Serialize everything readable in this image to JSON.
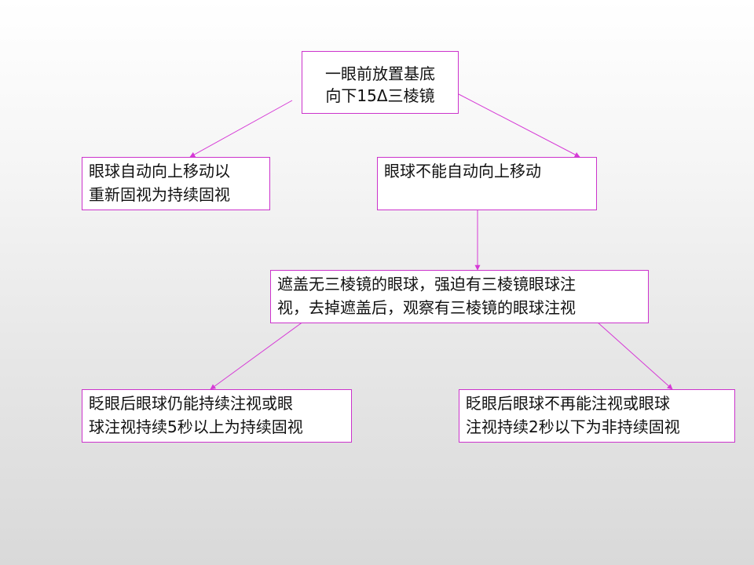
{
  "diagram": {
    "line_color": "#d63ad6",
    "border_color": "#cc33cc",
    "nodes": {
      "root": "一眼前放置基底\n向下15Δ三棱镜",
      "left_branch": "眼球自动向上移动以\n重新固视为持续固视",
      "right_branch": "眼球不能自动向上移动",
      "cover_test": "遮盖无三棱镜的眼球，强迫有三棱镜眼球注\n视，去掉遮盖后，观察有三棱镜的眼球注视",
      "result_sustained": "眨眼后眼球仍能持续注视或眼\n球注视持续5秒以上为持续固视",
      "result_unsustained": "眨眼后眼球不再能注视或眼球\n注视持续2秒以下为非持续固视"
    },
    "edges": [
      {
        "from": "root",
        "to": "left_branch"
      },
      {
        "from": "root",
        "to": "right_branch"
      },
      {
        "from": "right_branch",
        "to": "cover_test"
      },
      {
        "from": "cover_test",
        "to": "result_sustained"
      },
      {
        "from": "cover_test",
        "to": "result_unsustained"
      }
    ]
  }
}
